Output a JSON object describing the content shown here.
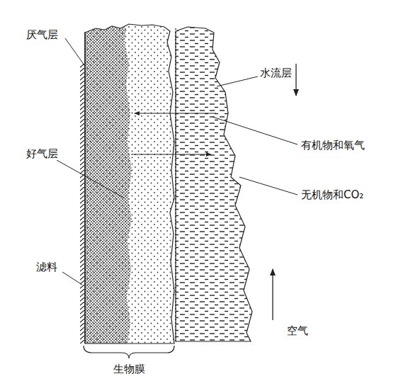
{
  "diagram": {
    "labels": [
      "厌气层",
      "好气层",
      "滤料",
      "生物膜",
      "水流层",
      "有机物和氧气",
      "无机物和CO₂",
      "空气"
    ]
  }
}
